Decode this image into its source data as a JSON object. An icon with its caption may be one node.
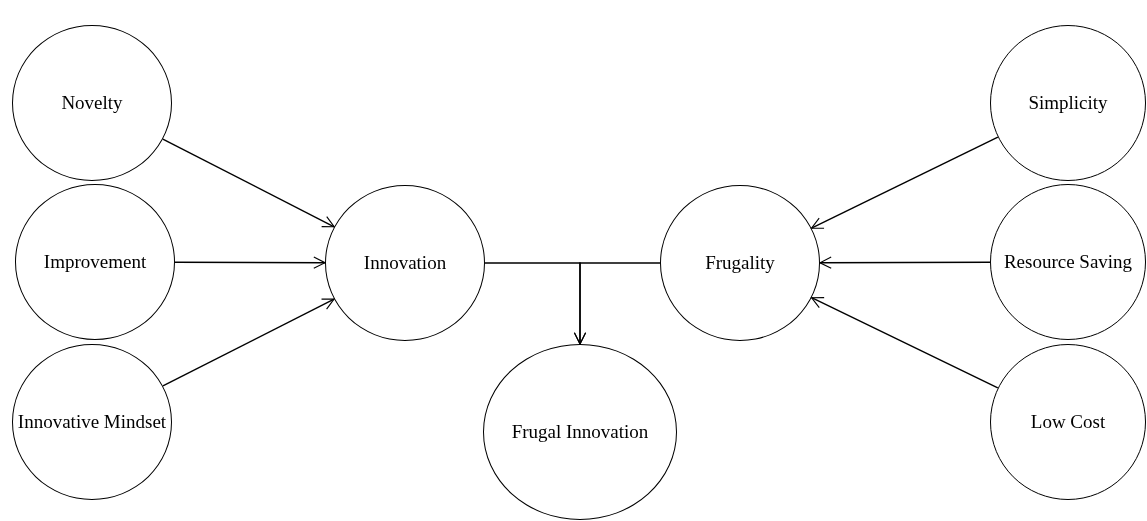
{
  "diagram": {
    "nodes": [
      {
        "text": [
          "Novelty"
        ]
      },
      {
        "text": [
          "Improvement"
        ]
      },
      {
        "text": [
          "Innovative Mindset"
        ]
      },
      {
        "text": [
          "Innovation"
        ]
      },
      {
        "text": [
          "Frugality"
        ]
      },
      {
        "text": [
          "Frugal Innovation"
        ]
      },
      {
        "text": [
          "Simplicity"
        ]
      },
      {
        "text": [
          "Resource Saving"
        ]
      },
      {
        "text": [
          "Low Cost"
        ]
      }
    ],
    "edges": [
      {
        "from": 0,
        "to": 3,
        "arrow": "to"
      },
      {
        "from": 1,
        "to": 3,
        "arrow": "to"
      },
      {
        "from": 2,
        "to": 3,
        "arrow": "to"
      },
      {
        "from": 3,
        "to": 5,
        "arrow": "to"
      },
      {
        "from": 4,
        "to": 5,
        "arrow": "to"
      },
      {
        "from": 6,
        "to": 4,
        "arrow": "to"
      },
      {
        "from": 7,
        "to": 4,
        "arrow": "to"
      },
      {
        "from": 8,
        "to": 4,
        "arrow": "to"
      }
    ]
  }
}
